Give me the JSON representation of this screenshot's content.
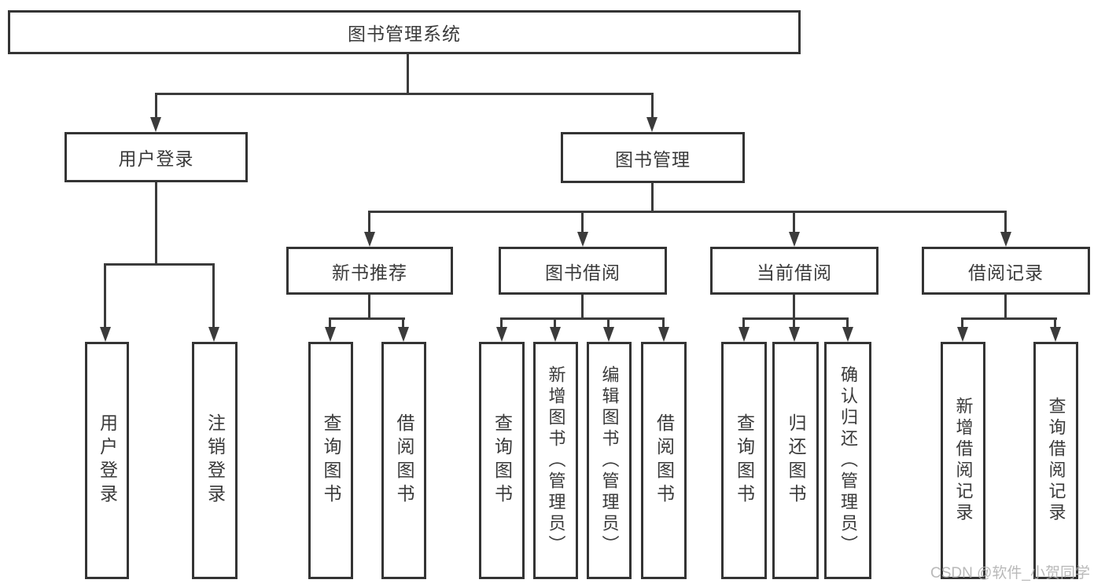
{
  "diagram": {
    "root": {
      "label": "图书管理系统"
    },
    "level2": [
      {
        "label": "用户登录"
      },
      {
        "label": "图书管理"
      }
    ],
    "level3": [
      {
        "label": "新书推荐",
        "parent": "图书管理"
      },
      {
        "label": "图书借阅",
        "parent": "图书管理"
      },
      {
        "label": "当前借阅",
        "parent": "图书管理"
      },
      {
        "label": "借阅记录",
        "parent": "图书管理"
      }
    ],
    "leaves": [
      {
        "label": "用户登录",
        "parent": "用户登录"
      },
      {
        "label": "注销登录",
        "parent": "用户登录"
      },
      {
        "label": "查询图书",
        "parent": "新书推荐"
      },
      {
        "label": "借阅图书",
        "parent": "新书推荐"
      },
      {
        "label": "查询图书",
        "parent": "图书借阅"
      },
      {
        "label": "新增图书（管理员）",
        "parent": "图书借阅"
      },
      {
        "label": "编辑图书（管理员）",
        "parent": "图书借阅"
      },
      {
        "label": "借阅图书",
        "parent": "图书借阅"
      },
      {
        "label": "查询图书",
        "parent": "当前借阅"
      },
      {
        "label": "归还图书",
        "parent": "当前借阅"
      },
      {
        "label": "确认归还（管理员）",
        "parent": "当前借阅"
      },
      {
        "label": "新增借阅记录",
        "parent": "借阅记录"
      },
      {
        "label": "查询借阅记录",
        "parent": "借阅记录"
      }
    ],
    "colors": {
      "line": "#3b3b3b",
      "border": "#343434",
      "text": "#3a3a3a",
      "background": "#ffffff",
      "watermark": "#adadad"
    }
  },
  "watermark": {
    "text": "CSDN @软件_小贺同学"
  }
}
